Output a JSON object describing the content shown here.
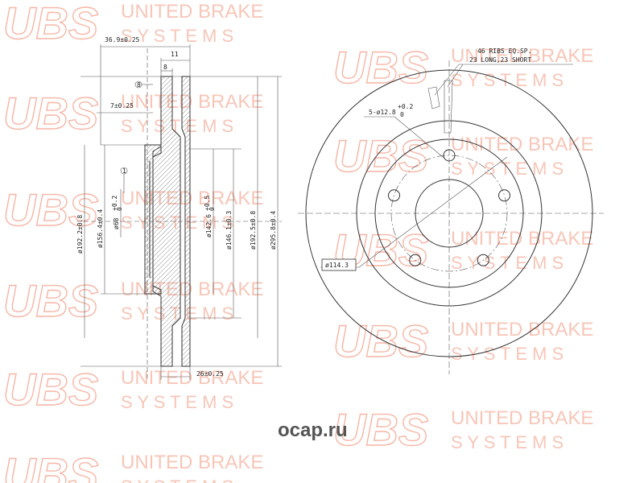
{
  "watermark": {
    "logo": "UBS",
    "line1": "UNITED BRAKE",
    "line2": "S Y S T E M S"
  },
  "side_view": {
    "dims": {
      "top_width": "36.9±0.25",
      "w11": "11",
      "w8": "8",
      "w7": "7±0.25",
      "bottom_width": "26±0.25",
      "d192_2": "ø192.2±0.8",
      "d156_4": "ø156.4±0.4",
      "d68": "ø68",
      "d68_tol": "+0.2",
      "d68_tol_low": "0",
      "d142_6": "ø142.6",
      "d142_6_tol": "+0.5",
      "d142_6_tol_low": "0",
      "d146_1": "ø146.1±0.3",
      "d192_5": "ø192.5±0.8",
      "d295_8": "ø295.8±0.4"
    },
    "markers": [
      "8",
      "1"
    ]
  },
  "front_view": {
    "ribs_line1": "46 RIBS EQ.SP.",
    "ribs_line2": "23 LONG,23 SHORT",
    "holes": "5-ø12.8",
    "holes_tol": "+0.2",
    "holes_tol_low": "0",
    "pcd": "ø114.3"
  },
  "brand": "ocap.ru"
}
